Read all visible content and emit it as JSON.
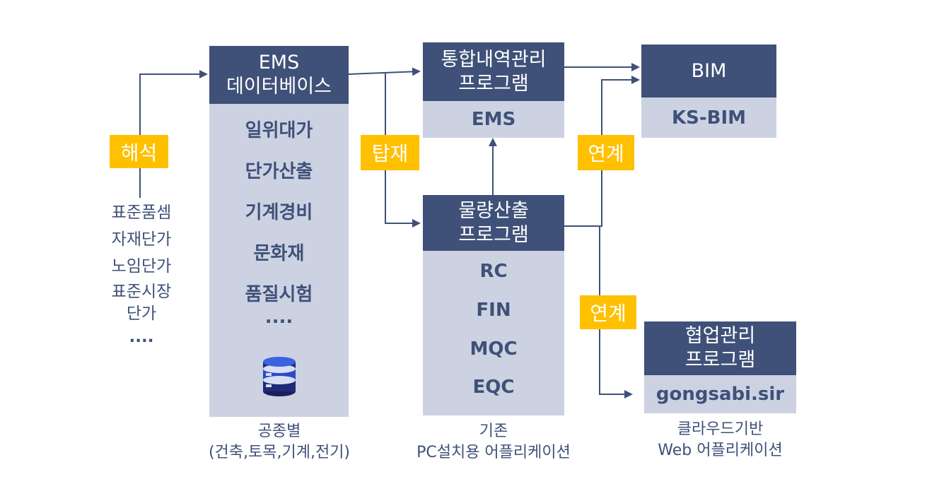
{
  "left_list": {
    "tag": "해석",
    "items": [
      "표준품셈",
      "자재단가",
      "노임단가",
      "표준시장",
      "단가",
      "...."
    ]
  },
  "ems_db": {
    "title_lines": [
      "EMS",
      "데이터베이스"
    ],
    "items": [
      "일위대가",
      "단가산출",
      "기계경비",
      "문화재",
      "품질시험",
      "...."
    ],
    "icon": "database-icon",
    "caption_lines": [
      "공종별",
      "(건축,토목,기계,전기)"
    ]
  },
  "mount_tag": "탑재",
  "integrated": {
    "title_lines": [
      "통합내역관리",
      "프로그램"
    ],
    "sub": "EMS"
  },
  "quantity": {
    "title_lines": [
      "물량산출",
      "프로그램"
    ],
    "items": [
      "RC",
      "FIN",
      "MQC",
      "EQC"
    ],
    "caption_lines": [
      "기존",
      "PC설치용 어플리케이션"
    ]
  },
  "link_tags": [
    "연계",
    "연계"
  ],
  "bim": {
    "title": "BIM",
    "sub": "KS-BIM"
  },
  "collab": {
    "title_lines": [
      "협업관리",
      "프로그램"
    ],
    "sub": "gongsabi.sir",
    "caption_lines": [
      "클라우드기반",
      "Web 어플리케이션"
    ]
  },
  "colors": {
    "header": "#3f5178",
    "body": "#ccd2e2",
    "tag": "#ffc000",
    "text": "#3f5178"
  }
}
